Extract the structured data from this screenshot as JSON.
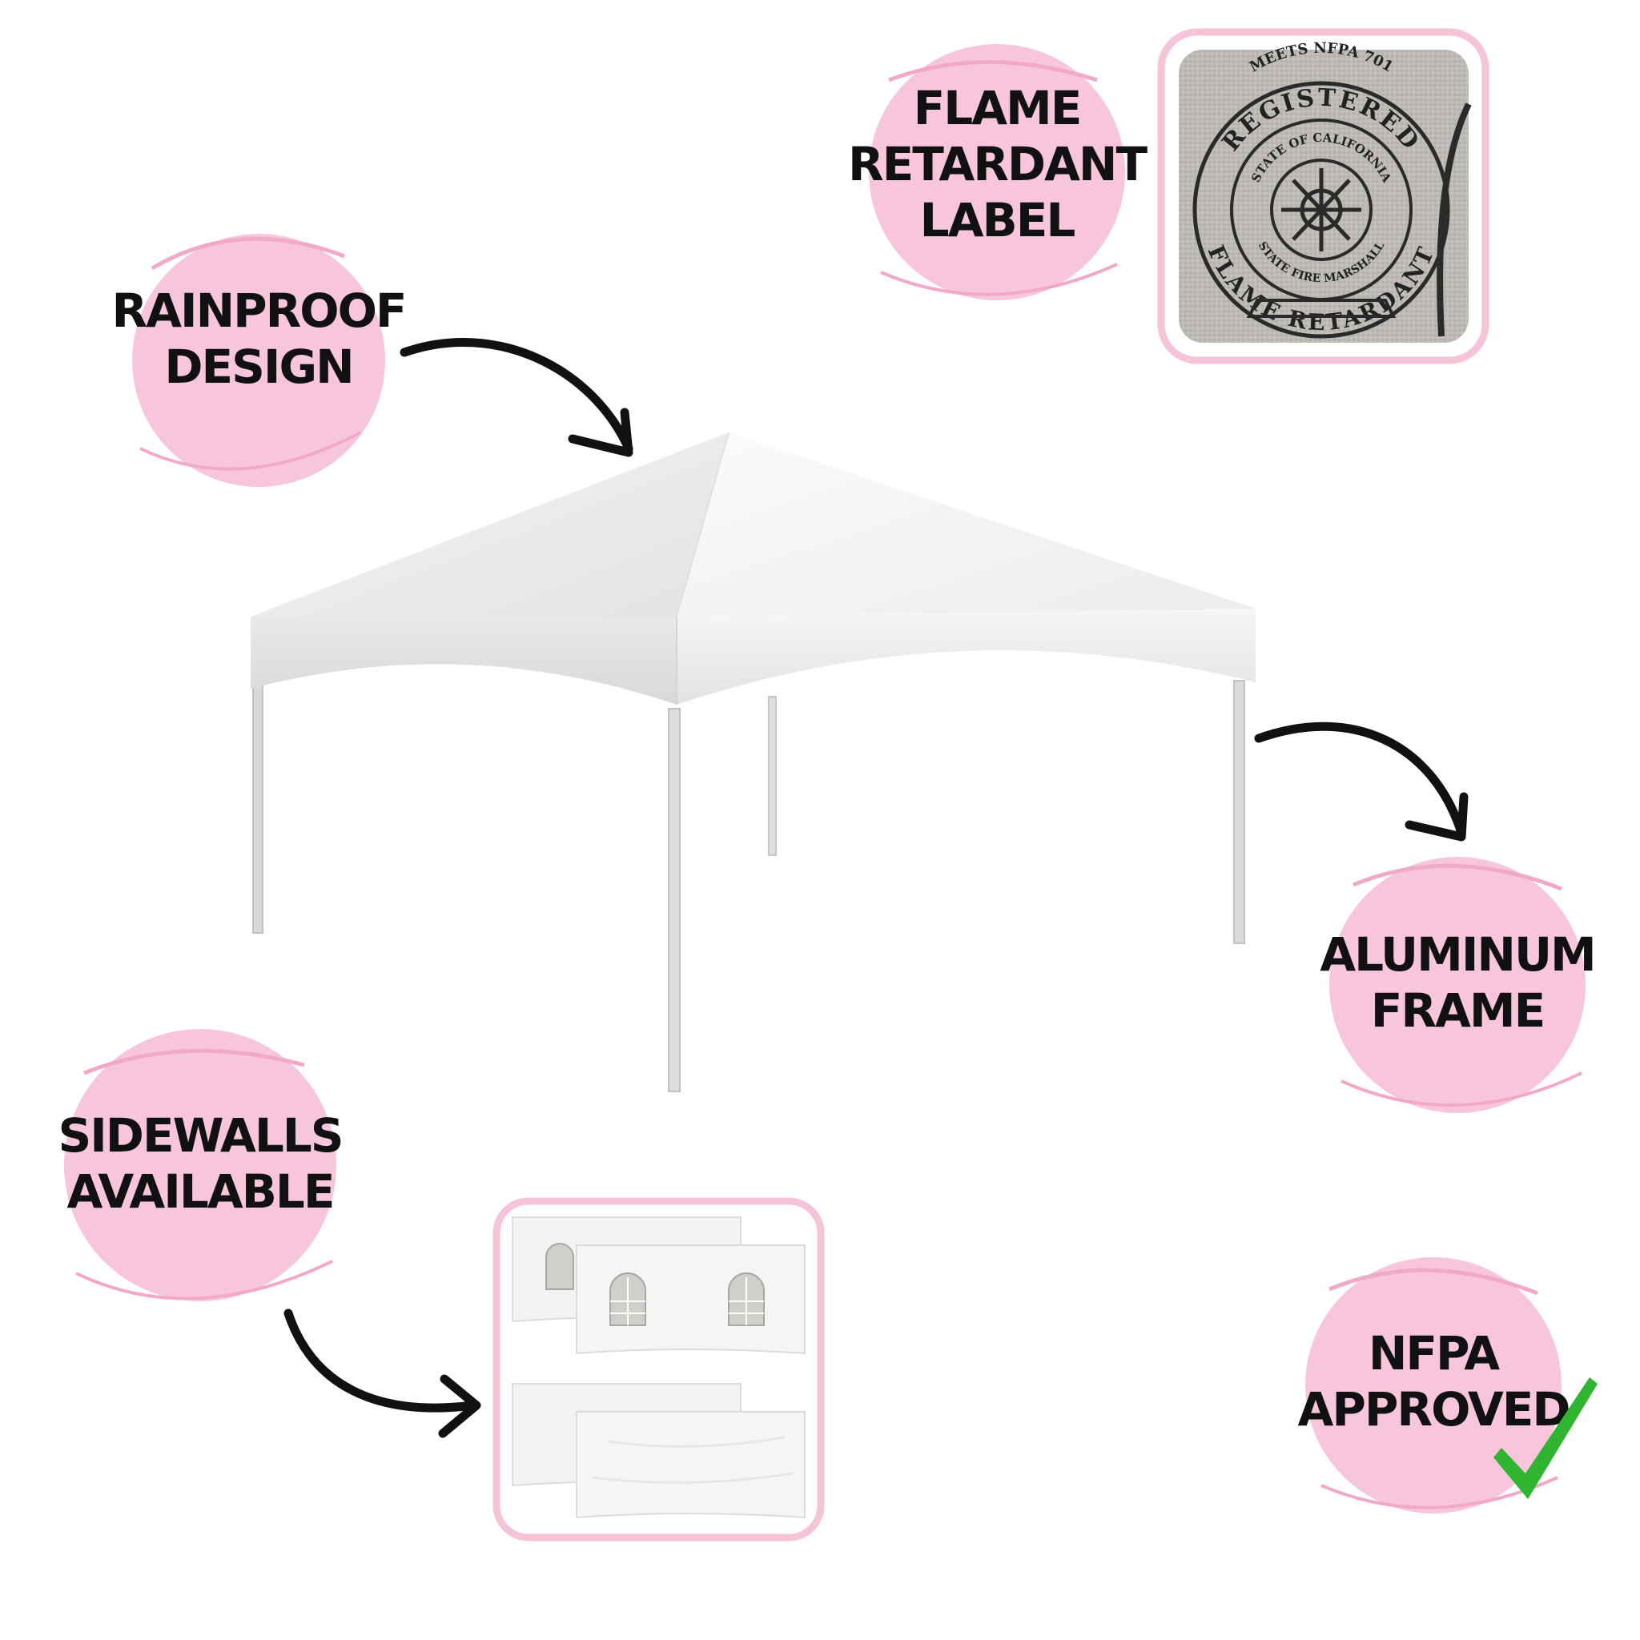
{
  "colors": {
    "badge_fill": "#f8c6dc",
    "badge_stroke": "#f2a9c8",
    "frame_border": "#f6c4d9",
    "arrow": "#111111",
    "check": "#2fb52f",
    "tent": "#ffffff",
    "seal_bg": "#b9b6b1"
  },
  "badges": {
    "rainproof": {
      "line1": "RAINPROOF",
      "line2": "DESIGN"
    },
    "flame": {
      "line1": "FLAME",
      "line2": "RETARDANT",
      "line3": "LABEL"
    },
    "aluminum": {
      "line1": "ALUMINUM",
      "line2": "FRAME"
    },
    "sidewalls": {
      "line1": "SIDEWALLS",
      "line2": "AVAILABLE"
    },
    "nfpa": {
      "line1": "NFPA",
      "line2": "APPROVED"
    }
  },
  "seal": {
    "top_text": "MEETS NFPA 701",
    "ring_top": "REGISTERED",
    "inner_top": "STATE OF CALIFORNIA",
    "inner_bottom": "STATE FIRE MARSHALL",
    "ring_bottom": "FLAME RETARDANT"
  },
  "icons": {
    "check": "check-icon",
    "arrows": "curved-arrow-icon"
  }
}
